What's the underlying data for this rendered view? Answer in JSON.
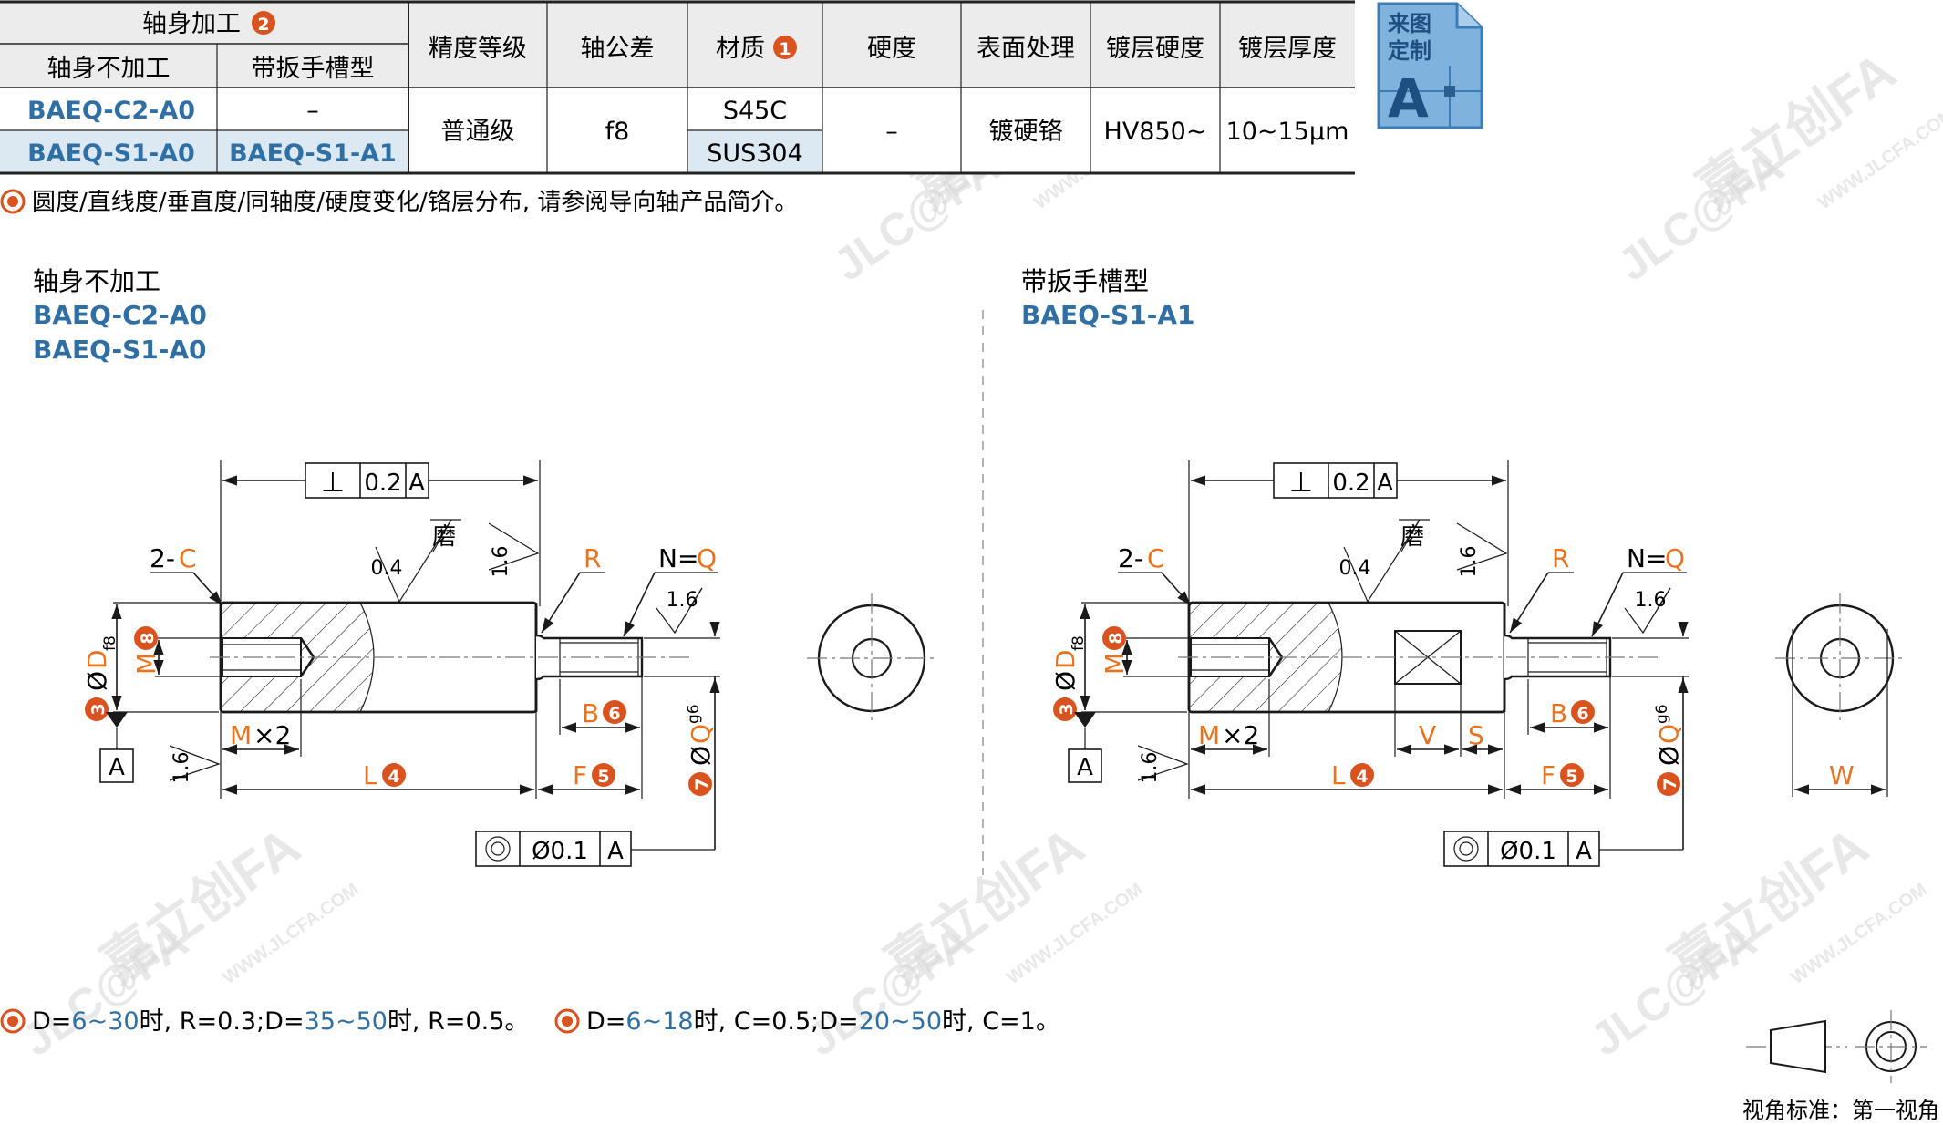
{
  "table": {
    "header_group": "轴身加工",
    "header_group_badge": "2",
    "sub_headers": [
      "轴身不加工",
      "带扳手槽型"
    ],
    "columns": [
      "精度等级",
      "轴公差",
      "材质",
      "硬度",
      "表面处理",
      "镀层硬度",
      "镀层厚度"
    ],
    "material_badge": "1",
    "rows": [
      {
        "no_process": "BAEQ-C2-A0",
        "wrench": "–",
        "material": "S45C"
      },
      {
        "no_process": "BAEQ-S1-A0",
        "wrench": "BAEQ-S1-A1",
        "material": "SUS304"
      }
    ],
    "precision": "普通级",
    "tolerance": "f8",
    "hardness": "–",
    "surface": "镀硬铬",
    "plating_hardness": "HV850~",
    "plating_thickness": "10~15μm"
  },
  "custom_badge": {
    "line1": "来图",
    "line2": "定制",
    "letter": "A"
  },
  "note_top": "圆度/直线度/垂直度/同轴度/硬度变化/铬层分布, 请参阅导向轴产品简介。",
  "left_view": {
    "title": "轴身不加工",
    "codes": [
      "BAEQ-C2-A0",
      "BAEQ-S1-A0"
    ]
  },
  "right_view": {
    "title": "带扳手槽型",
    "codes": [
      "BAEQ-S1-A1"
    ]
  },
  "drawing_labels": {
    "perp_symbol": "⊥",
    "perp_value": "0.2",
    "datum": "A",
    "grind": "磨",
    "rough_04": "0.4",
    "rough_16": "1.6",
    "chamfer_prefix": "2-",
    "chamfer": "C",
    "radius": "R",
    "nq_prefix": "N=",
    "nq": "Q",
    "d_prefix": "Ø",
    "d_letter": "D",
    "d_tol": "f8",
    "d_badge": "3",
    "m_letter": "M",
    "m_badge": "8",
    "mx2_letter": "M",
    "mx2_suffix": "×2",
    "l_letter": "L",
    "l_badge": "4",
    "f_letter": "F",
    "f_badge": "5",
    "b_letter": "B",
    "b_badge": "6",
    "q_prefix": "Ø",
    "q_letter": "Q",
    "q_tol": "g6",
    "q_badge": "7",
    "coax_value": "Ø0.1",
    "v_letter": "V",
    "s_letter": "S",
    "w_letter": "W"
  },
  "notes_bottom": [
    {
      "pre": "D=",
      "a": "6~30",
      "mid": "时, R=0.3;D=",
      "b": "35~50",
      "post": "时, R=0.5。"
    },
    {
      "pre": "D=",
      "a": "6~18",
      "mid": "时, C=0.5;D=",
      "b": "20~50",
      "post": "时, C=1。"
    }
  ],
  "projection_label": "视角标准：第一视角",
  "watermark": {
    "text": "嘉立创FA",
    "url": "WWW.JLCFA.COM",
    "logo": "JLC@FA"
  },
  "colors": {
    "accent_blue": "#2f6fa3",
    "accent_orange": "#e8731e",
    "badge_red": "#d9531e",
    "row_alt": "#dce9f2",
    "badge_bg": "#7fb2dd"
  }
}
